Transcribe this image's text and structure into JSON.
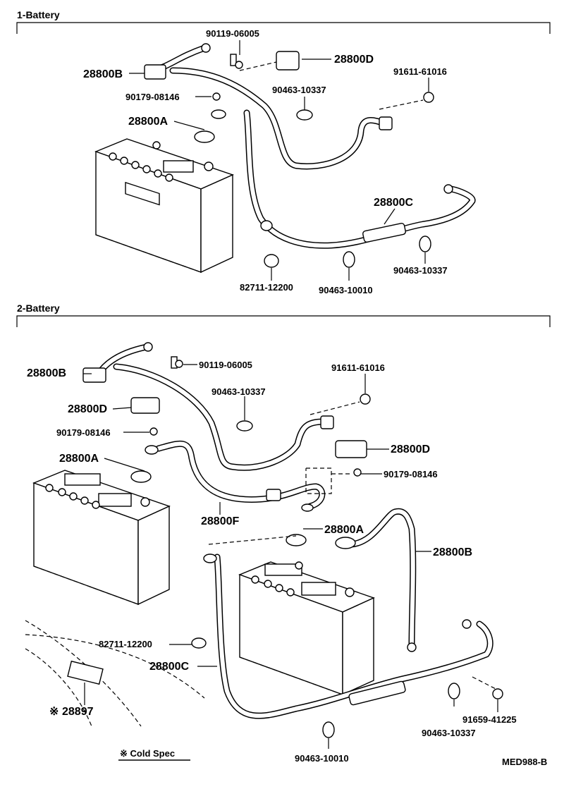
{
  "sections": {
    "one": {
      "title": "1-Battery",
      "labels": {
        "p90119": "90119-06005",
        "p28800D": "28800D",
        "p28800B": "28800B",
        "p91611": "91611-61016",
        "p90179": "90179-08146",
        "p90463a": "90463-10337",
        "p28800A": "28800A",
        "p28800C": "28800C",
        "p82711": "82711-12200",
        "p90463b": "90463-10010",
        "p90463c": "90463-10337"
      }
    },
    "two": {
      "title": "2-Battery",
      "labels": {
        "p28800B": "28800B",
        "p90119": "90119-06005",
        "p91611": "91611-61016",
        "p90463a": "90463-10337",
        "p28800D": "28800D",
        "p90179": "90179-08146",
        "p28800D2": "28800D",
        "p90179b": "90179-08146",
        "p28800A": "28800A",
        "p28800F": "28800F",
        "p28800A2": "28800A",
        "p28800B2": "28800B",
        "p82711": "82711-12200",
        "p28800C": "28800C",
        "p28897": "28897",
        "p28897mark": "※",
        "p90463b": "90463-10337",
        "p91659": "91659-41225",
        "p90463c": "90463-10010",
        "coldspec": "※ Cold Spec",
        "code": "MED988-B"
      }
    }
  },
  "colors": {
    "ink": "#000000",
    "paper": "#ffffff"
  }
}
